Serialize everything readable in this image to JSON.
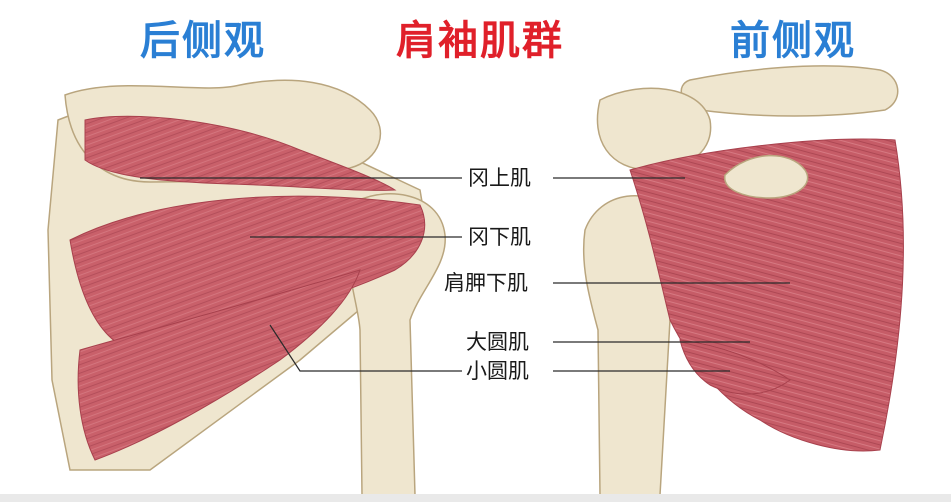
{
  "titles": {
    "left": "后侧观",
    "center": "肩袖肌群",
    "right": "前侧观"
  },
  "labels": [
    "冈上肌",
    "冈下肌",
    "肩胛下肌",
    "大圆肌",
    "小圆肌"
  ],
  "colors": {
    "title_side": "#2a7fd4",
    "title_center": "#e0202a",
    "muscle": "#c9606a",
    "muscle_dark": "#a8414d",
    "bone": "#efe6cf",
    "bone_shade": "#d8c9a6",
    "line": "#2b2b2b"
  }
}
